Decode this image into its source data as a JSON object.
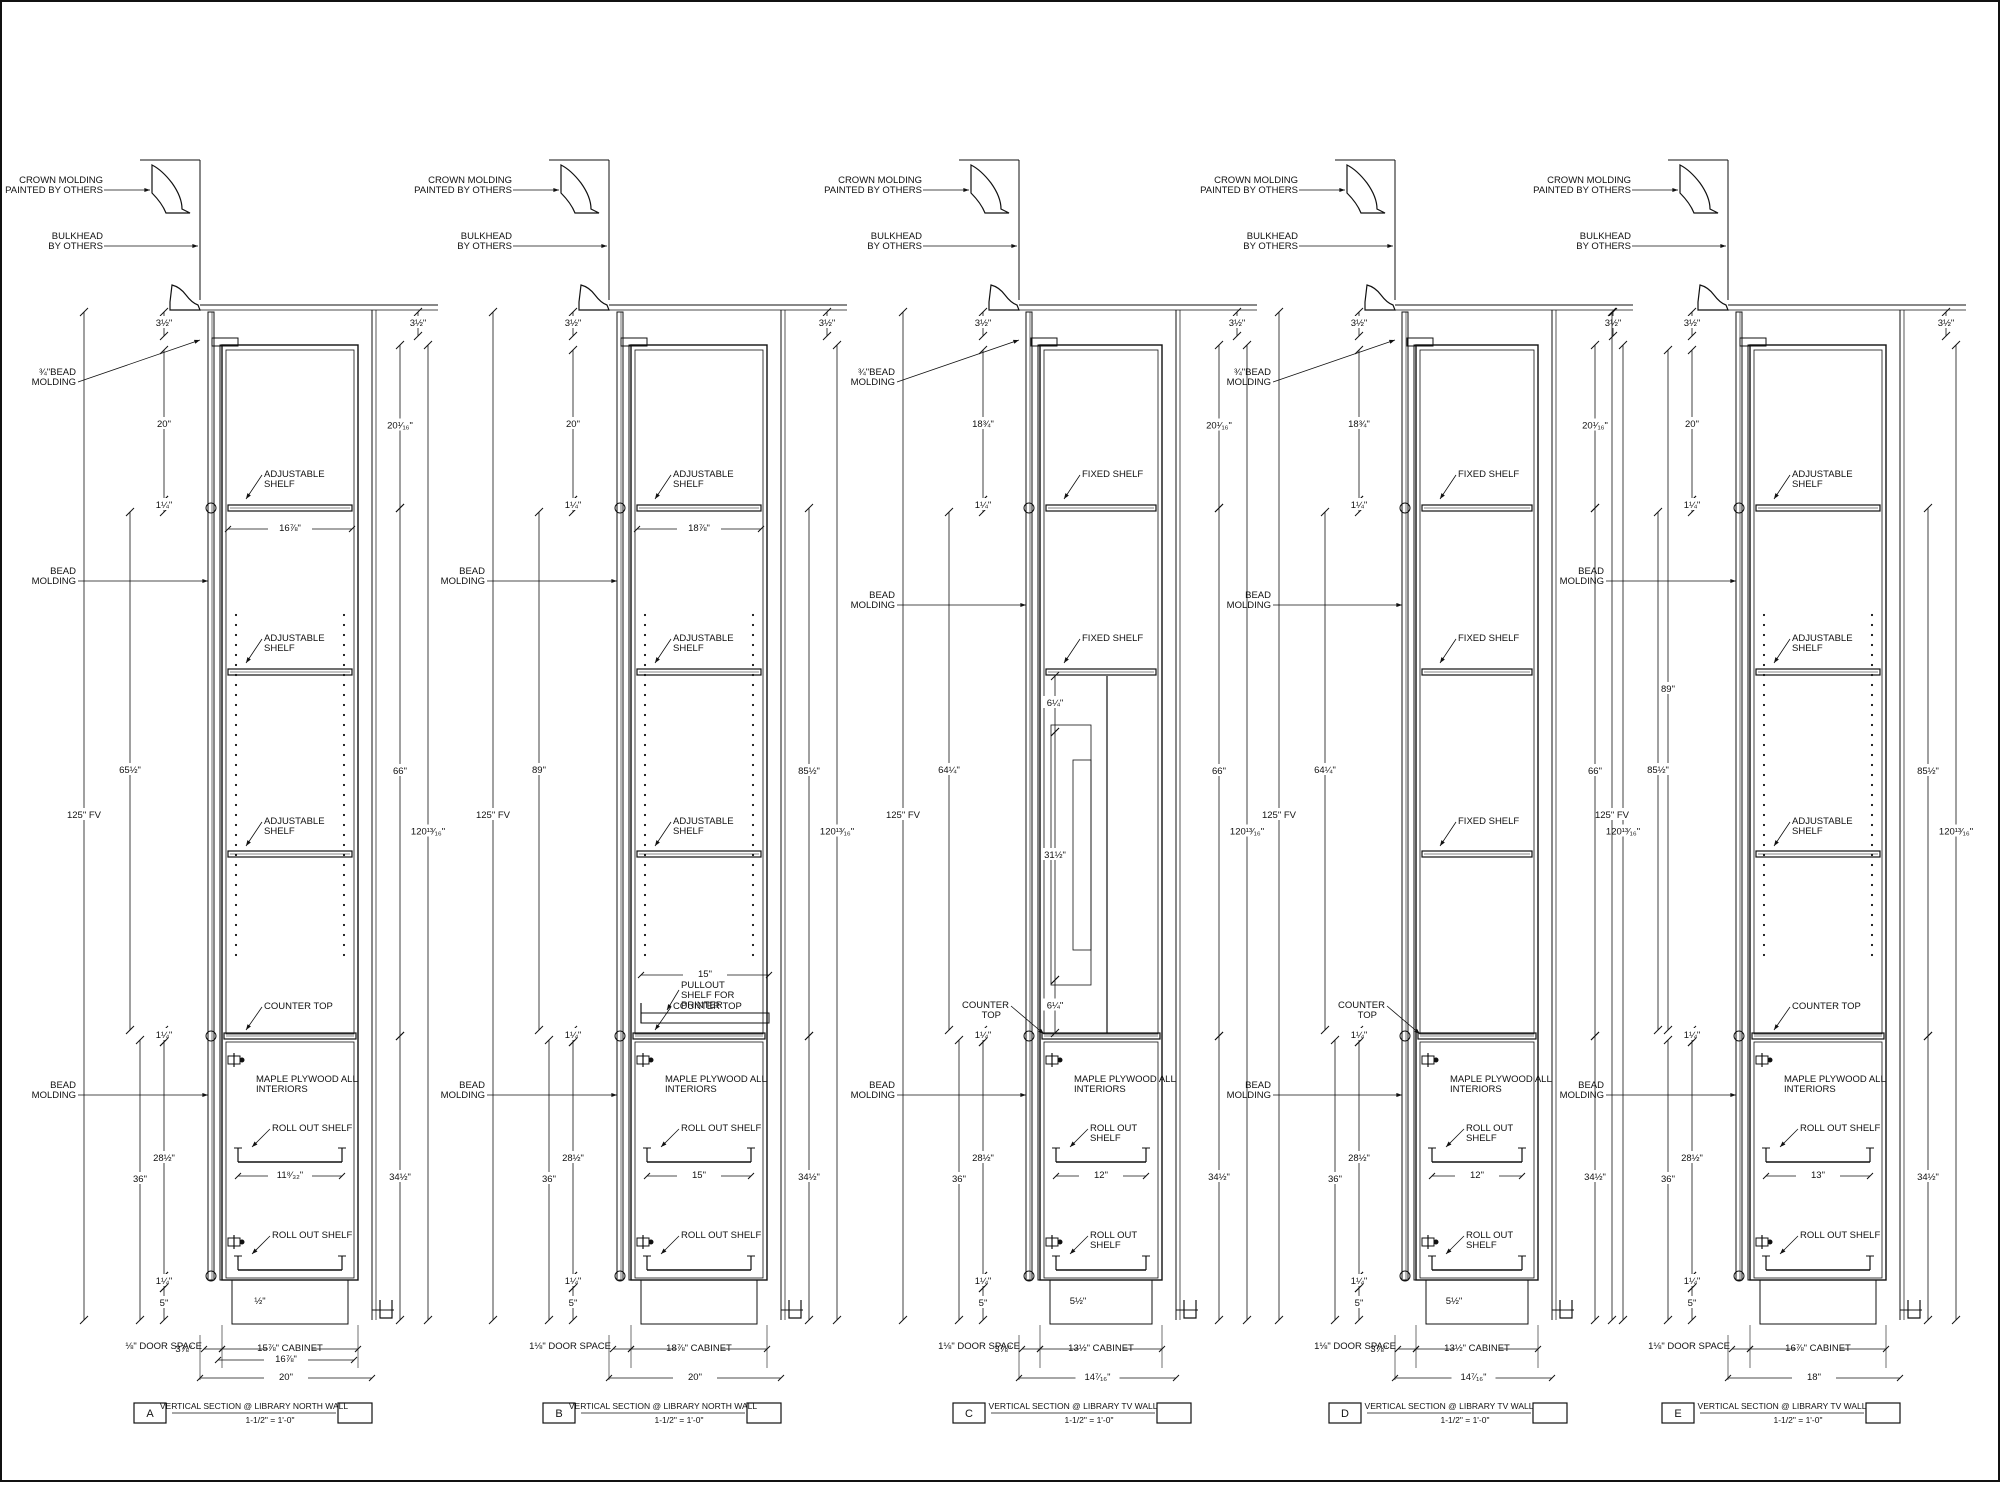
{
  "common": {
    "crown_line1": "CROWN MOLDING",
    "crown_line2": "PAINTED BY OTHERS",
    "bulkhead_line1": "BULKHEAD",
    "bulkhead_line2": "BY OTHERS",
    "counter_top": "COUNTER TOP",
    "maple_line1": "MAPLE PLYWOOD ALL",
    "maple_line2": "INTERIORS",
    "bead_line1": "BEAD",
    "bead_line2": "MOLDING",
    "bead34_line1": "¾\"BEAD",
    "bead34_line2": "MOLDING",
    "fv": "125\" FV",
    "five": "5\"",
    "thirtysix": "36\"",
    "one_quarter": "1¼\"",
    "three_half": "3½\"",
    "twenty": "20\""
  },
  "sections": [
    {
      "letter": "A",
      "title": "VERTICAL SECTION @ LIBRARY NORTH WALL",
      "scale": "1-1/2\" = 1'-0\"",
      "shelf_labels": [
        [
          "ADJUSTABLE",
          "SHELF"
        ],
        [
          "ADJUSTABLE",
          "SHELF"
        ],
        [
          "ADJUSTABLE",
          "SHELF"
        ]
      ],
      "rollout_labels": [
        [
          "ROLL OUT SHELF",
          ""
        ],
        [
          "ROLL OUT SHELF",
          ""
        ]
      ],
      "width_top": "16⅞\"",
      "width_low": "11⁸⁄₃₂\"",
      "left_mid": "65½\"",
      "left_low": "28½\"",
      "right_top": "20¹⁄₁₆\"",
      "right_mid": "66\"",
      "right_all": "120¹³⁄₁₆\"",
      "right_low": "34½\"",
      "gap_label": "½\"",
      "door_space": "⅛\" DOOR SPACE",
      "cabinet": "15⅞\" CABINET",
      "sub_width": "16⅞\"",
      "total_width": "20\"",
      "near_left": "3⅞\""
    },
    {
      "letter": "B",
      "title": "VERTICAL SECTION @ LIBRARY NORTH WALL",
      "scale": "1-1/2\" = 1'-0\"",
      "shelf_labels": [
        [
          "ADJUSTABLE",
          "SHELF"
        ],
        [
          "ADJUSTABLE",
          "SHELF"
        ],
        [
          "ADJUSTABLE",
          "SHELF"
        ]
      ],
      "rollout_labels": [
        [
          "ROLL OUT SHELF",
          ""
        ],
        [
          "ROLL OUT SHELF",
          ""
        ]
      ],
      "width_top": "18⅞\"",
      "width_low": "15\"",
      "pullout": [
        "PULLOUT",
        "SHELF FOR",
        "PRINTER"
      ],
      "pullout_width": "15\"",
      "left_mid": "89\"",
      "left_low": "28½\"",
      "right_top": "",
      "right_mid": "85½\"",
      "right_all": "120¹³⁄₁₆\"",
      "right_low": "34½\"",
      "door_space": "1⅛\" DOOR SPACE",
      "cabinet": "18⅞\" CABINET",
      "total_width": "20\""
    },
    {
      "letter": "C",
      "title": "VERTICAL SECTION @ LIBRARY TV WALL",
      "scale": "1-1/2\" = 1'-0\"",
      "shelf_labels": [
        [
          "FIXED SHELF",
          ""
        ],
        [
          "FIXED SHELF",
          ""
        ]
      ],
      "rollout_labels": [
        [
          "ROLL OUT",
          "SHELF"
        ],
        [
          "ROLL OUT",
          "SHELF"
        ]
      ],
      "width_low": "12\"",
      "left_top": "18¾\"",
      "left_mid": "64¼\"",
      "left_low": "28½\"",
      "tv_top": "6¼\"",
      "tv_mid": "31½\"",
      "tv_bot": "6¼\"",
      "right_top": "20¹⁄₁₆\"",
      "right_mid": "66\"",
      "right_all": "120¹³⁄₁₆\"",
      "right_low": "34½\"",
      "gap_label": "5½\"",
      "door_space": "1⅛\" DOOR SPACE",
      "cabinet": "13½\" CABINET",
      "total_width": "14⁷⁄₁₆\"",
      "near_left": "3⅞\""
    },
    {
      "letter": "D",
      "title": "VERTICAL SECTION @ LIBRARY TV WALL",
      "scale": "1-1/2\" = 1'-0\"",
      "shelf_labels": [
        [
          "FIXED SHELF",
          ""
        ],
        [
          "FIXED SHELF",
          ""
        ],
        [
          "FIXED SHELF",
          ""
        ]
      ],
      "rollout_labels": [
        [
          "ROLL OUT",
          "SHELF"
        ],
        [
          "ROLL OUT",
          "SHELF"
        ]
      ],
      "width_low": "12\"",
      "left_top": "18¾\"",
      "left_mid": "64¼\"",
      "left_low": "28½\"",
      "right_top": "20¹⁄₁₆\"",
      "right_mid": "66\"",
      "right_all": "120¹³⁄₁₆\"",
      "right_low": "34½\"",
      "gap_label": "5½\"",
      "door_space": "1⅛\" DOOR SPACE",
      "cabinet": "13½\" CABINET",
      "total_width": "14⁷⁄₁₆\"",
      "near_left": "3⅞\""
    },
    {
      "letter": "E",
      "title": "VERTICAL SECTION @ LIBRARY TV WALL",
      "scale": "1-1/2\" = 1'-0\"",
      "shelf_labels": [
        [
          "ADJUSTABLE",
          "SHELF"
        ],
        [
          "ADJUSTABLE",
          "SHELF"
        ],
        [
          "ADJUSTABLE",
          "SHELF"
        ]
      ],
      "rollout_labels": [
        [
          "ROLL OUT SHELF",
          ""
        ],
        [
          "ROLL OUT SHELF",
          ""
        ]
      ],
      "width_low": "13\"",
      "left_mid": "85½\"",
      "left_all": "89\"",
      "left_low": "28½\"",
      "right_top": "",
      "right_mid": "85½\"",
      "right_all": "120¹³⁄₁₆\"",
      "right_low": "34½\"",
      "door_space": "1⅛\" DOOR SPACE",
      "cabinet": "16⅞\" CABINET",
      "total_width": "18\""
    }
  ]
}
